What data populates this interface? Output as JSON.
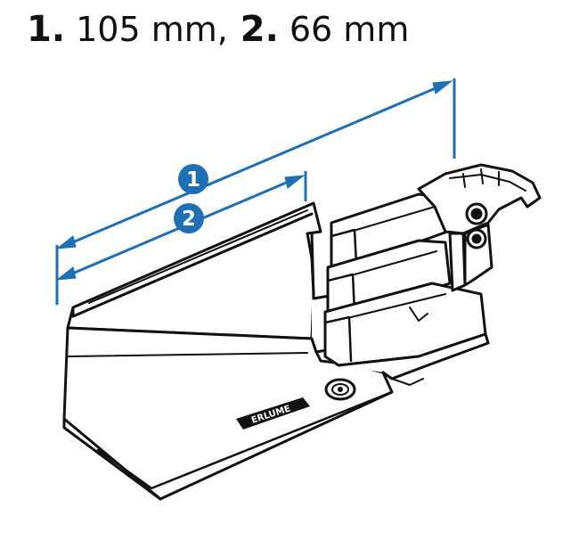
{
  "title": {
    "item1_number": "1.",
    "item1_value": " 105 mm,",
    "item2_number": " 2.",
    "item2_value": " 66 mm"
  },
  "dimensions": [
    {
      "marker": "1",
      "value": "105 mm"
    },
    {
      "marker": "2",
      "value": "66 mm"
    }
  ],
  "product_label": "ERLUME",
  "colors": {
    "dimension_line": "#1f6fb5",
    "outline": "#111111",
    "background": "#ffffff"
  }
}
